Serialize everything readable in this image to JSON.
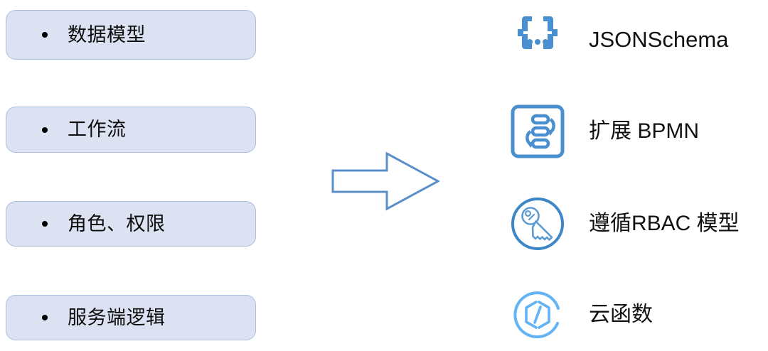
{
  "slide": {
    "background_color": "#FFFFFF",
    "accent_color": "#4A90D0",
    "box_fill_color": "#DCE2F1",
    "box_border_color": "#A9BFE2"
  },
  "capabilities": {
    "items": [
      {
        "bullet": "•",
        "label": "数据模型"
      },
      {
        "bullet": "•",
        "label": "工作流"
      },
      {
        "bullet": "•",
        "label": "角色、权限"
      },
      {
        "bullet": "•",
        "label": "服务端逻辑"
      }
    ]
  },
  "connector": {
    "icon": "right-block-arrow-icon",
    "stroke_color": "#5B8FC9",
    "fill_color": "#FFFFFF"
  },
  "technologies": {
    "items": [
      {
        "icon": "json-braces-icon",
        "label": "JSONSchema",
        "color": "#4A90D0"
      },
      {
        "icon": "workflow-bpmn-icon",
        "label": "扩展 BPMN",
        "color": "#4A90D0"
      },
      {
        "icon": "key-circle-icon",
        "label": "遵循RBAC 模型",
        "color": "#3D87C8"
      },
      {
        "icon": "cloud-function-icon",
        "label": "云函数",
        "color": "#63B3F5"
      }
    ]
  }
}
